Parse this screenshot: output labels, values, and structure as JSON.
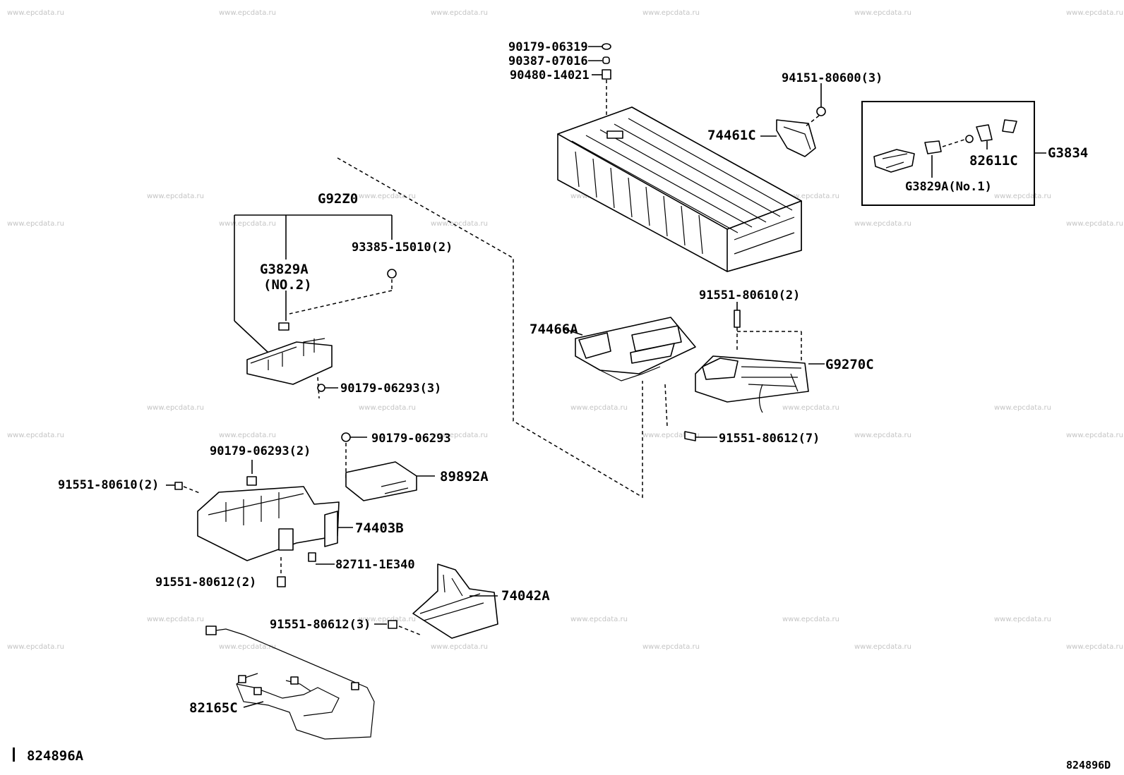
{
  "watermark": "www.epcdata.ru",
  "labels": {
    "p90179_06319": "90179-06319",
    "p90387_07016": "90387-07016",
    "p90480_14021": "90480-14021",
    "p94151_80600": "94151-80600(3)",
    "p74461C": "74461C",
    "p82611C": "82611C",
    "pG3834": "G3834",
    "pG3829A_no1": "G3829A(No.1)",
    "pG92Z0": "G92Z0",
    "p93385_15010": "93385-15010(2)",
    "pG3829A_no2_code": "G3829A",
    "pG3829A_no2_sub": "(NO.2)",
    "p91551_80610_2_right": "91551-80610(2)",
    "p74466A": "74466A",
    "pG9270C": "G9270C",
    "p90179_06293_3": "90179-06293(3)",
    "p90179_06293": "90179-06293",
    "p91551_80612_7": "91551-80612(7)",
    "p90179_06293_2": "90179-06293(2)",
    "p91551_80610_2_left": "91551-80610(2)",
    "p89892A": "89892A",
    "p74403B": "74403B",
    "p82711_1E340": "82711-1E340",
    "p91551_80612_2": "91551-80612(2)",
    "p74042A": "74042A",
    "p91551_80612_3": "91551-80612(3)",
    "p82165C": "82165C"
  },
  "footer": {
    "left_code": "824896A",
    "right_code": "824896D"
  }
}
